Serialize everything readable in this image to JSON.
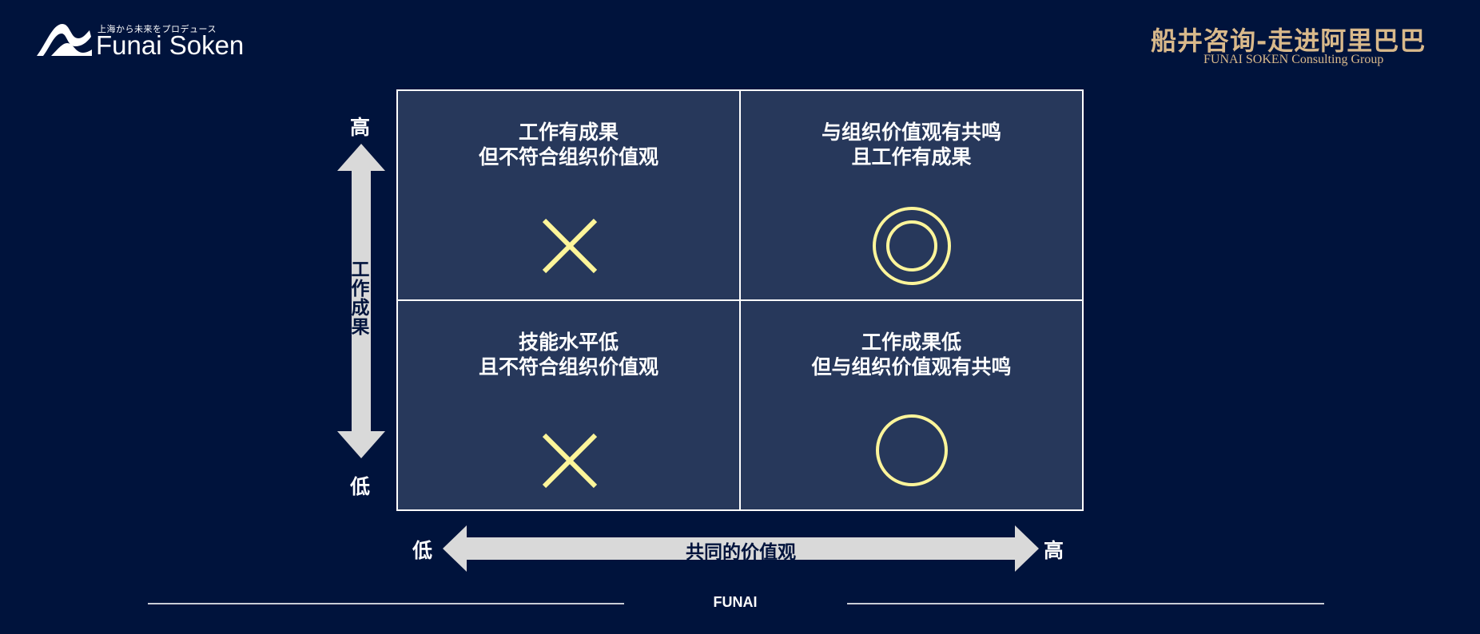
{
  "header": {
    "logo_tagline": "上海から未来をプロデュース",
    "logo_name": "Funai Soken",
    "brand_title": "船井咨询-走进阿里巴巴",
    "brand_subtitle": "FUNAI SOKEN Consulting Group"
  },
  "matrix": {
    "y_axis": {
      "label_chars": [
        "工",
        "作",
        "成",
        "果"
      ],
      "high": "高",
      "low": "低"
    },
    "x_axis": {
      "label": "共同的价值观",
      "low": "低",
      "high": "高"
    },
    "cells": {
      "top_left": {
        "lines": [
          "工作有成果",
          "但不符合组织价值观"
        ],
        "symbol": "cross-icon"
      },
      "top_right": {
        "lines": [
          "与组织价值观有共鸣",
          "且工作有成果"
        ],
        "symbol": "double-circle-icon"
      },
      "bottom_left": {
        "lines": [
          "技能水平低",
          "且不符合组织价值观"
        ],
        "symbol": "cross-icon"
      },
      "bottom_right": {
        "lines": [
          "工作成果低",
          "但与组织价值观有共鸣"
        ],
        "symbol": "circle-icon"
      }
    },
    "colors": {
      "symbol": "#fdf59a",
      "cell_bg": "#27385b",
      "arrow": "#d9d9d9",
      "page_bg": "#00133c"
    }
  },
  "footer": {
    "text": "FUNAI"
  }
}
